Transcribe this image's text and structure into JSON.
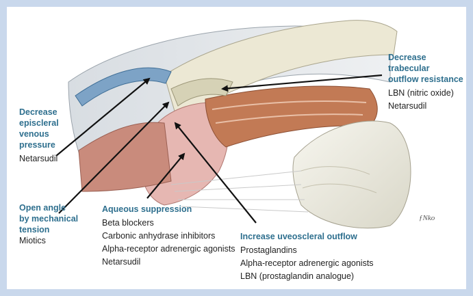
{
  "labels": {
    "trabecular": {
      "heading_1": "Decrease trabecular",
      "heading_2": "outflow resistance",
      "items": [
        "LBN (nitric oxide)",
        "Netarsudil"
      ]
    },
    "episcleral": {
      "heading_1": "Decrease",
      "heading_2": "episcleral",
      "heading_3": "venous",
      "heading_4": "pressure",
      "items": [
        "Netarsudil"
      ]
    },
    "open_angle": {
      "heading_1": "Open angle",
      "heading_2": "by mechanical",
      "heading_3": "tension",
      "items": [
        "Miotics"
      ]
    },
    "aqueous": {
      "heading": "Aqueous suppression",
      "items": [
        "Beta blockers",
        "Carbonic anhydrase inhibitors",
        "Alpha-receptor adrenergic agonists",
        "Netarsudil"
      ]
    },
    "uveoscleral": {
      "heading": "Increase uveoscleral outflow",
      "items": [
        "Prostaglandins",
        "Alpha-receptor adrenergic agonists",
        "LBN (prostaglandin analogue)"
      ]
    }
  },
  "colors": {
    "frame": "#c9d8ec",
    "heading": "#2e6f8e",
    "arrow": "#111111"
  }
}
